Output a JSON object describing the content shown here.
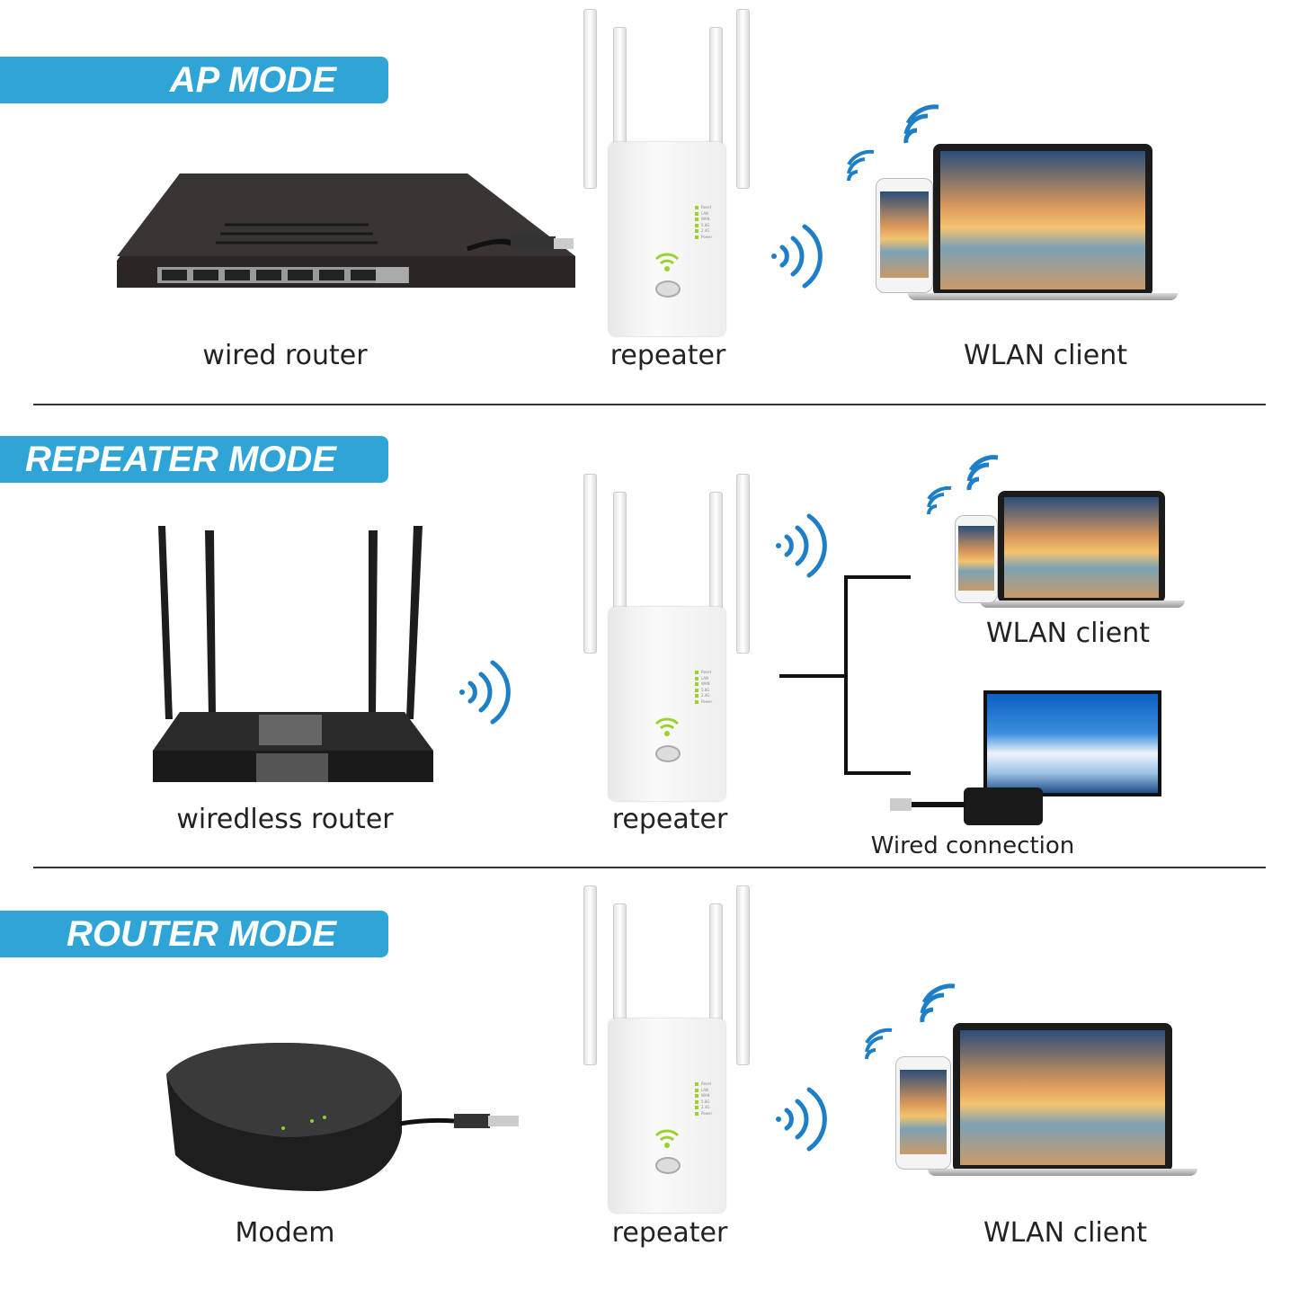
{
  "sections": [
    {
      "banner": "AP MODE",
      "left_label": "wired router",
      "center_label": "repeater",
      "right_label": "WLAN client"
    },
    {
      "banner": "REPEATER MODE",
      "left_label": "wiredless router",
      "center_label": "repeater",
      "right_label": "WLAN client",
      "right_label_2": "Wired connection"
    },
    {
      "banner": "ROUTER MODE",
      "left_label": "Modem",
      "center_label": "repeater",
      "right_label": "WLAN client"
    }
  ],
  "repeater_leds": [
    "Reset",
    "LAN",
    "WAN",
    "5.8G",
    "2.4G",
    "Power"
  ],
  "colors": {
    "banner": "#2fa4d7",
    "signal": "#1e7fc6",
    "led": "#9bd32c"
  }
}
